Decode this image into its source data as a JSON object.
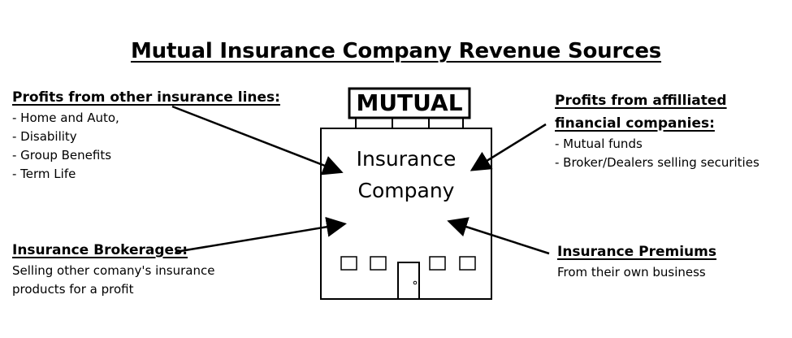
{
  "title": "Mutual Insurance Company Revenue Sources",
  "building": {
    "sign": "MUTUAL",
    "label_line1": "Insurance",
    "label_line2": "Company"
  },
  "sources": {
    "other_lines": {
      "heading": "Profits from other insurance lines:",
      "items": [
        "- Home and Auto,",
        "- Disability",
        "- Group Benefits",
        "- Term Life"
      ]
    },
    "affiliated": {
      "heading_line1": "Profits from affilliated",
      "heading_line2": "financial companies:",
      "items": [
        "- Mutual funds",
        "- Broker/Dealers selling securities"
      ]
    },
    "brokerages": {
      "heading": "Insurance Brokerages:",
      "items": [
        "Selling other comany's insurance",
        "products for a profit"
      ]
    },
    "premiums": {
      "heading": "Insurance Premiums",
      "items": [
        "From their own business"
      ]
    }
  }
}
